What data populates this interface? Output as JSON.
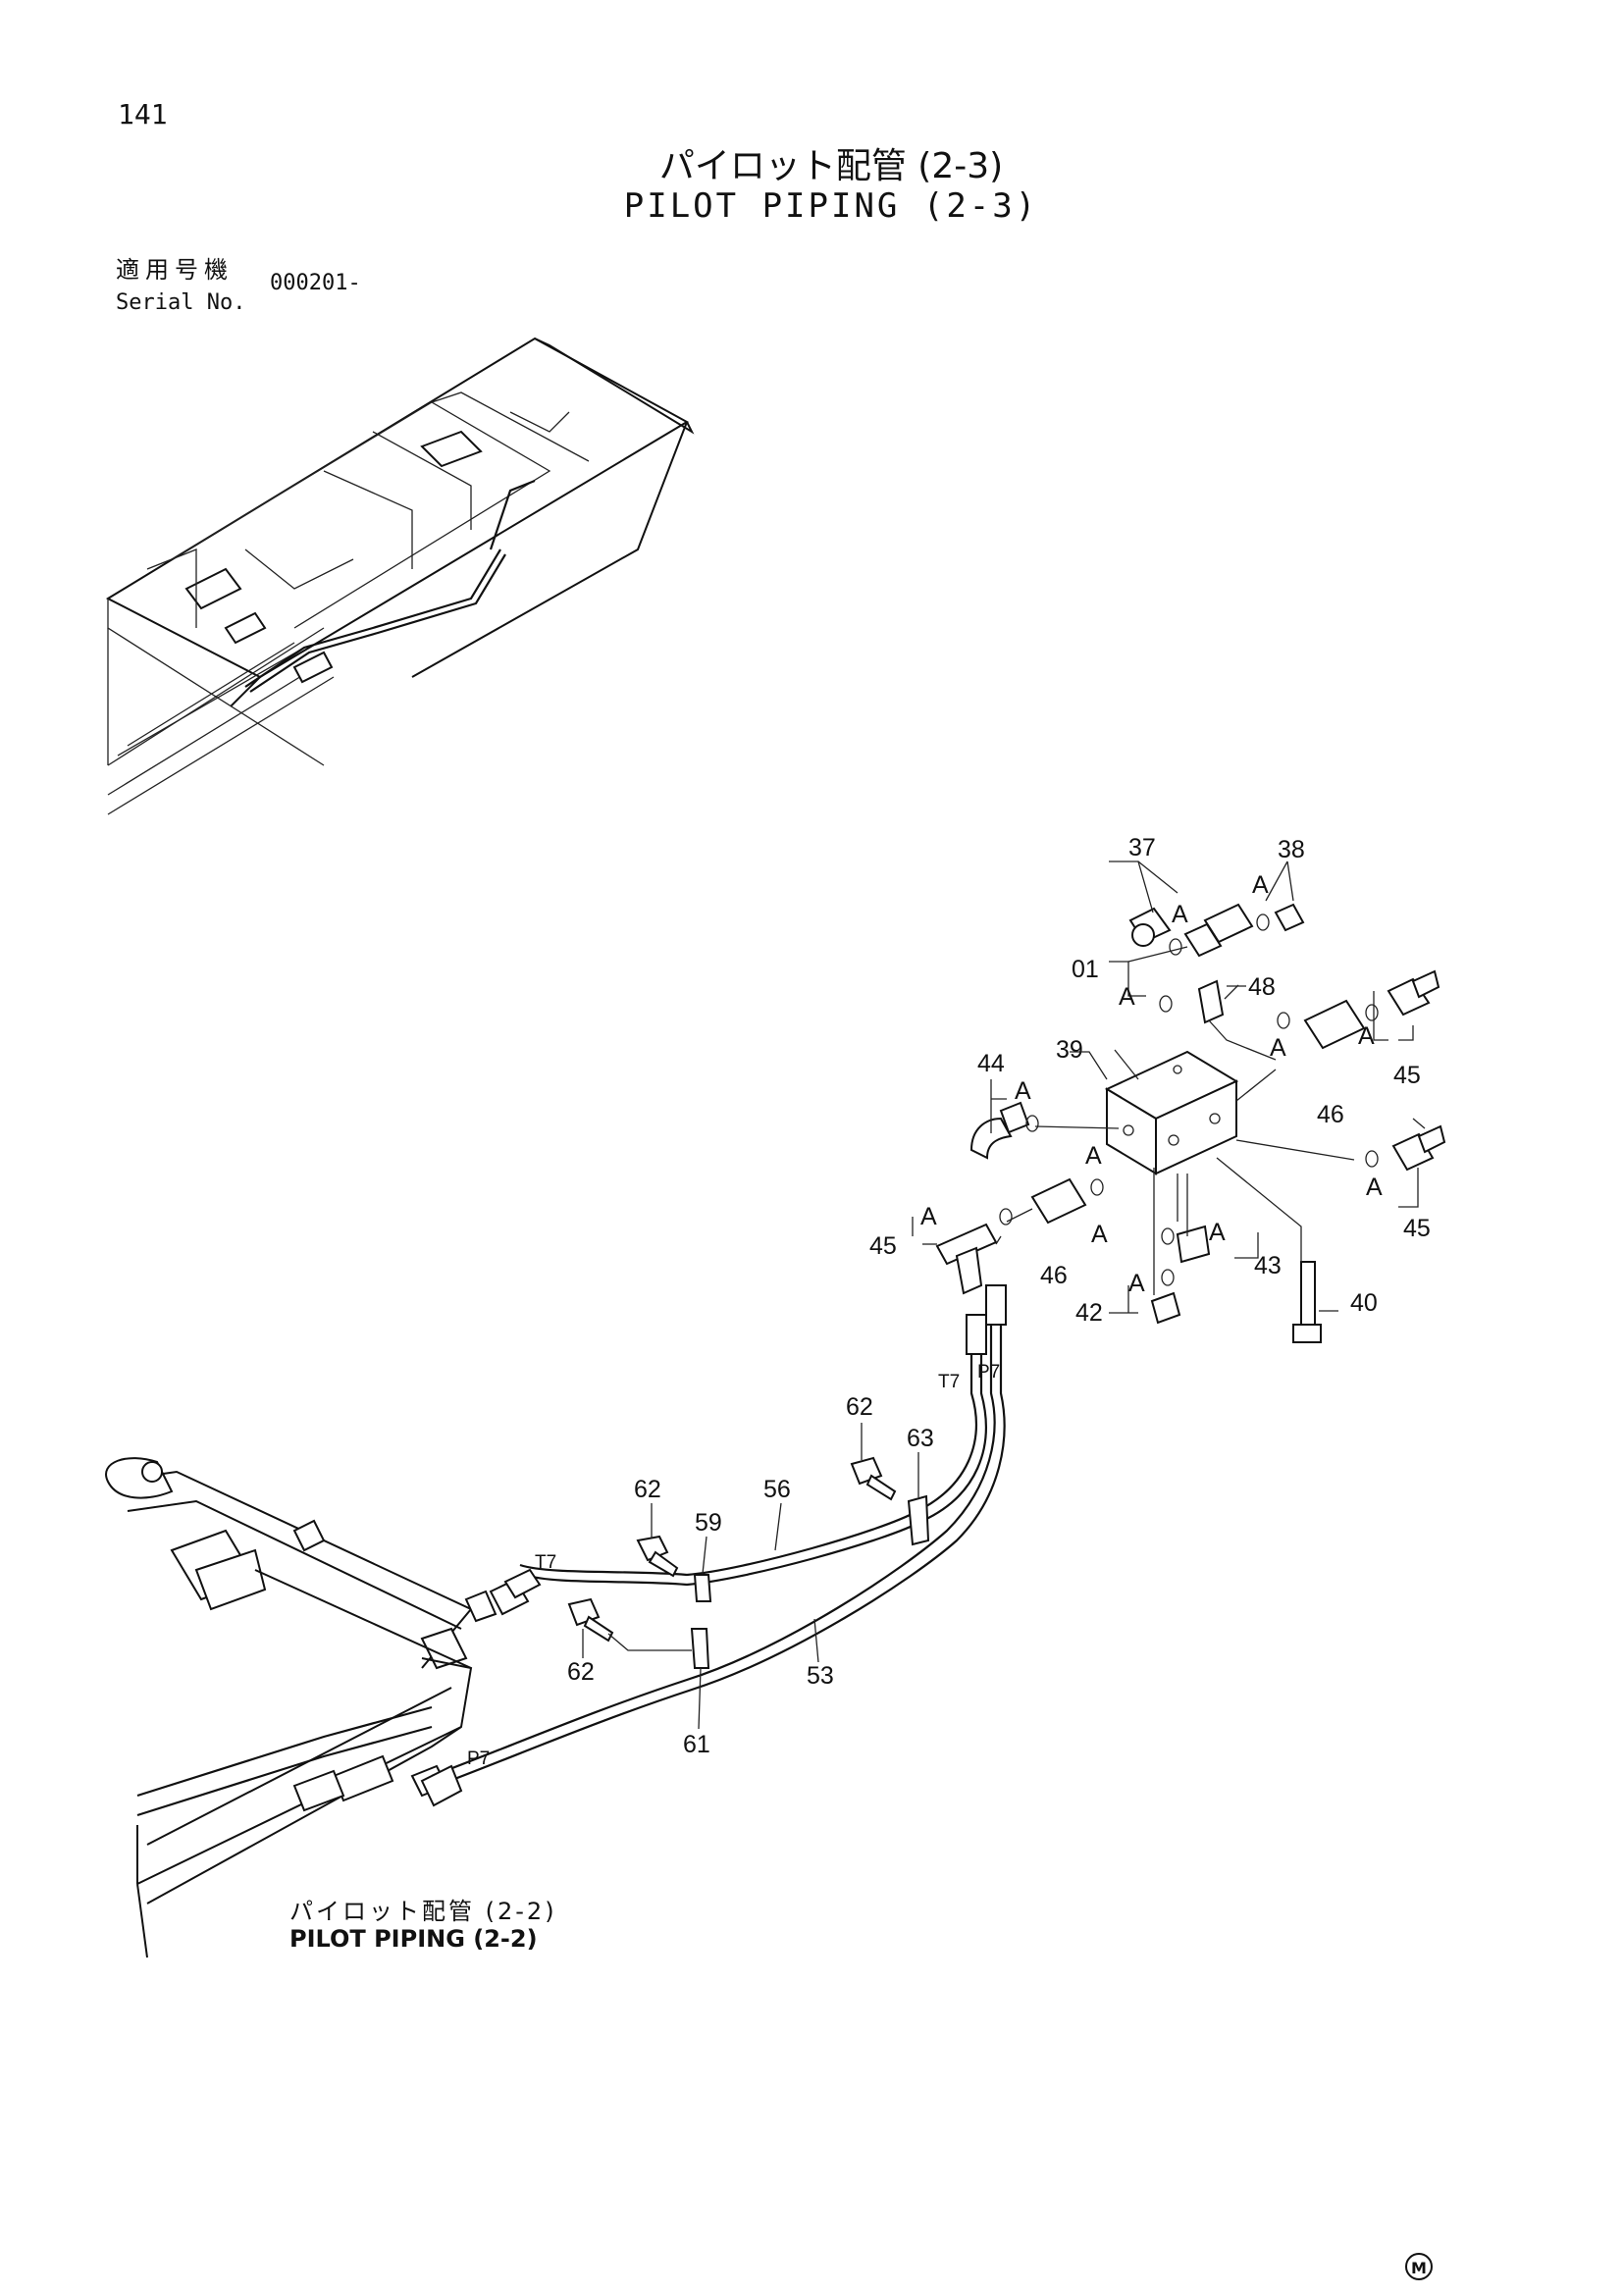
{
  "header": {
    "page_number": "141",
    "title_jp": "パイロット配管 (2-3)",
    "title_en": "PILOT PIPING (2-3)",
    "serial_label_jp": "適用号機",
    "serial_label_en": "Serial No.",
    "serial_value": "000201-"
  },
  "reference": {
    "label_jp": "パイロット配管 (2-2)",
    "label_en": "PILOT PIPING (2-2)"
  },
  "callouts": {
    "p37": "37",
    "p38": "38",
    "p01": "01",
    "p48": "48",
    "p39": "39",
    "p44": "44",
    "p46a": "46",
    "p46b": "46",
    "p45a": "45",
    "p45b": "45",
    "p45c": "45",
    "p43": "43",
    "p42": "42",
    "p40": "40",
    "p62a": "62",
    "p62b": "62",
    "p62c": "62",
    "p63": "63",
    "p59": "59",
    "p56": "56",
    "p53": "53",
    "p61": "61"
  },
  "port_labels": {
    "t7_top": "T7",
    "p7_top": "P7",
    "t7_left": "T7",
    "p7_left": "P7"
  },
  "group_mark": "A",
  "maker_mark": "M"
}
